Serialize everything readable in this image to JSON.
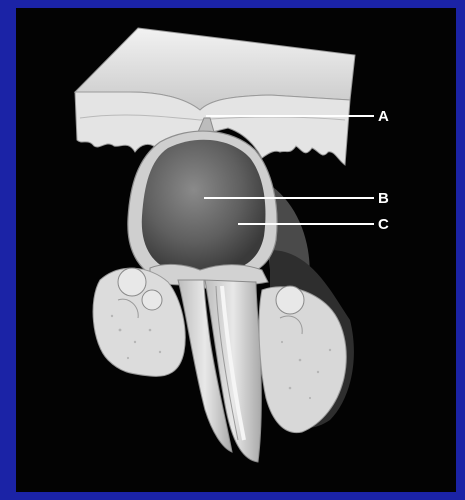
{
  "colors": {
    "frame": "#1b23a6",
    "background": "#030303",
    "tissue": "#d9d9d9",
    "cyst": "#6e6e6e",
    "label": "#ffffff"
  },
  "labels": {
    "a": "A",
    "b": "B",
    "c": "C"
  }
}
